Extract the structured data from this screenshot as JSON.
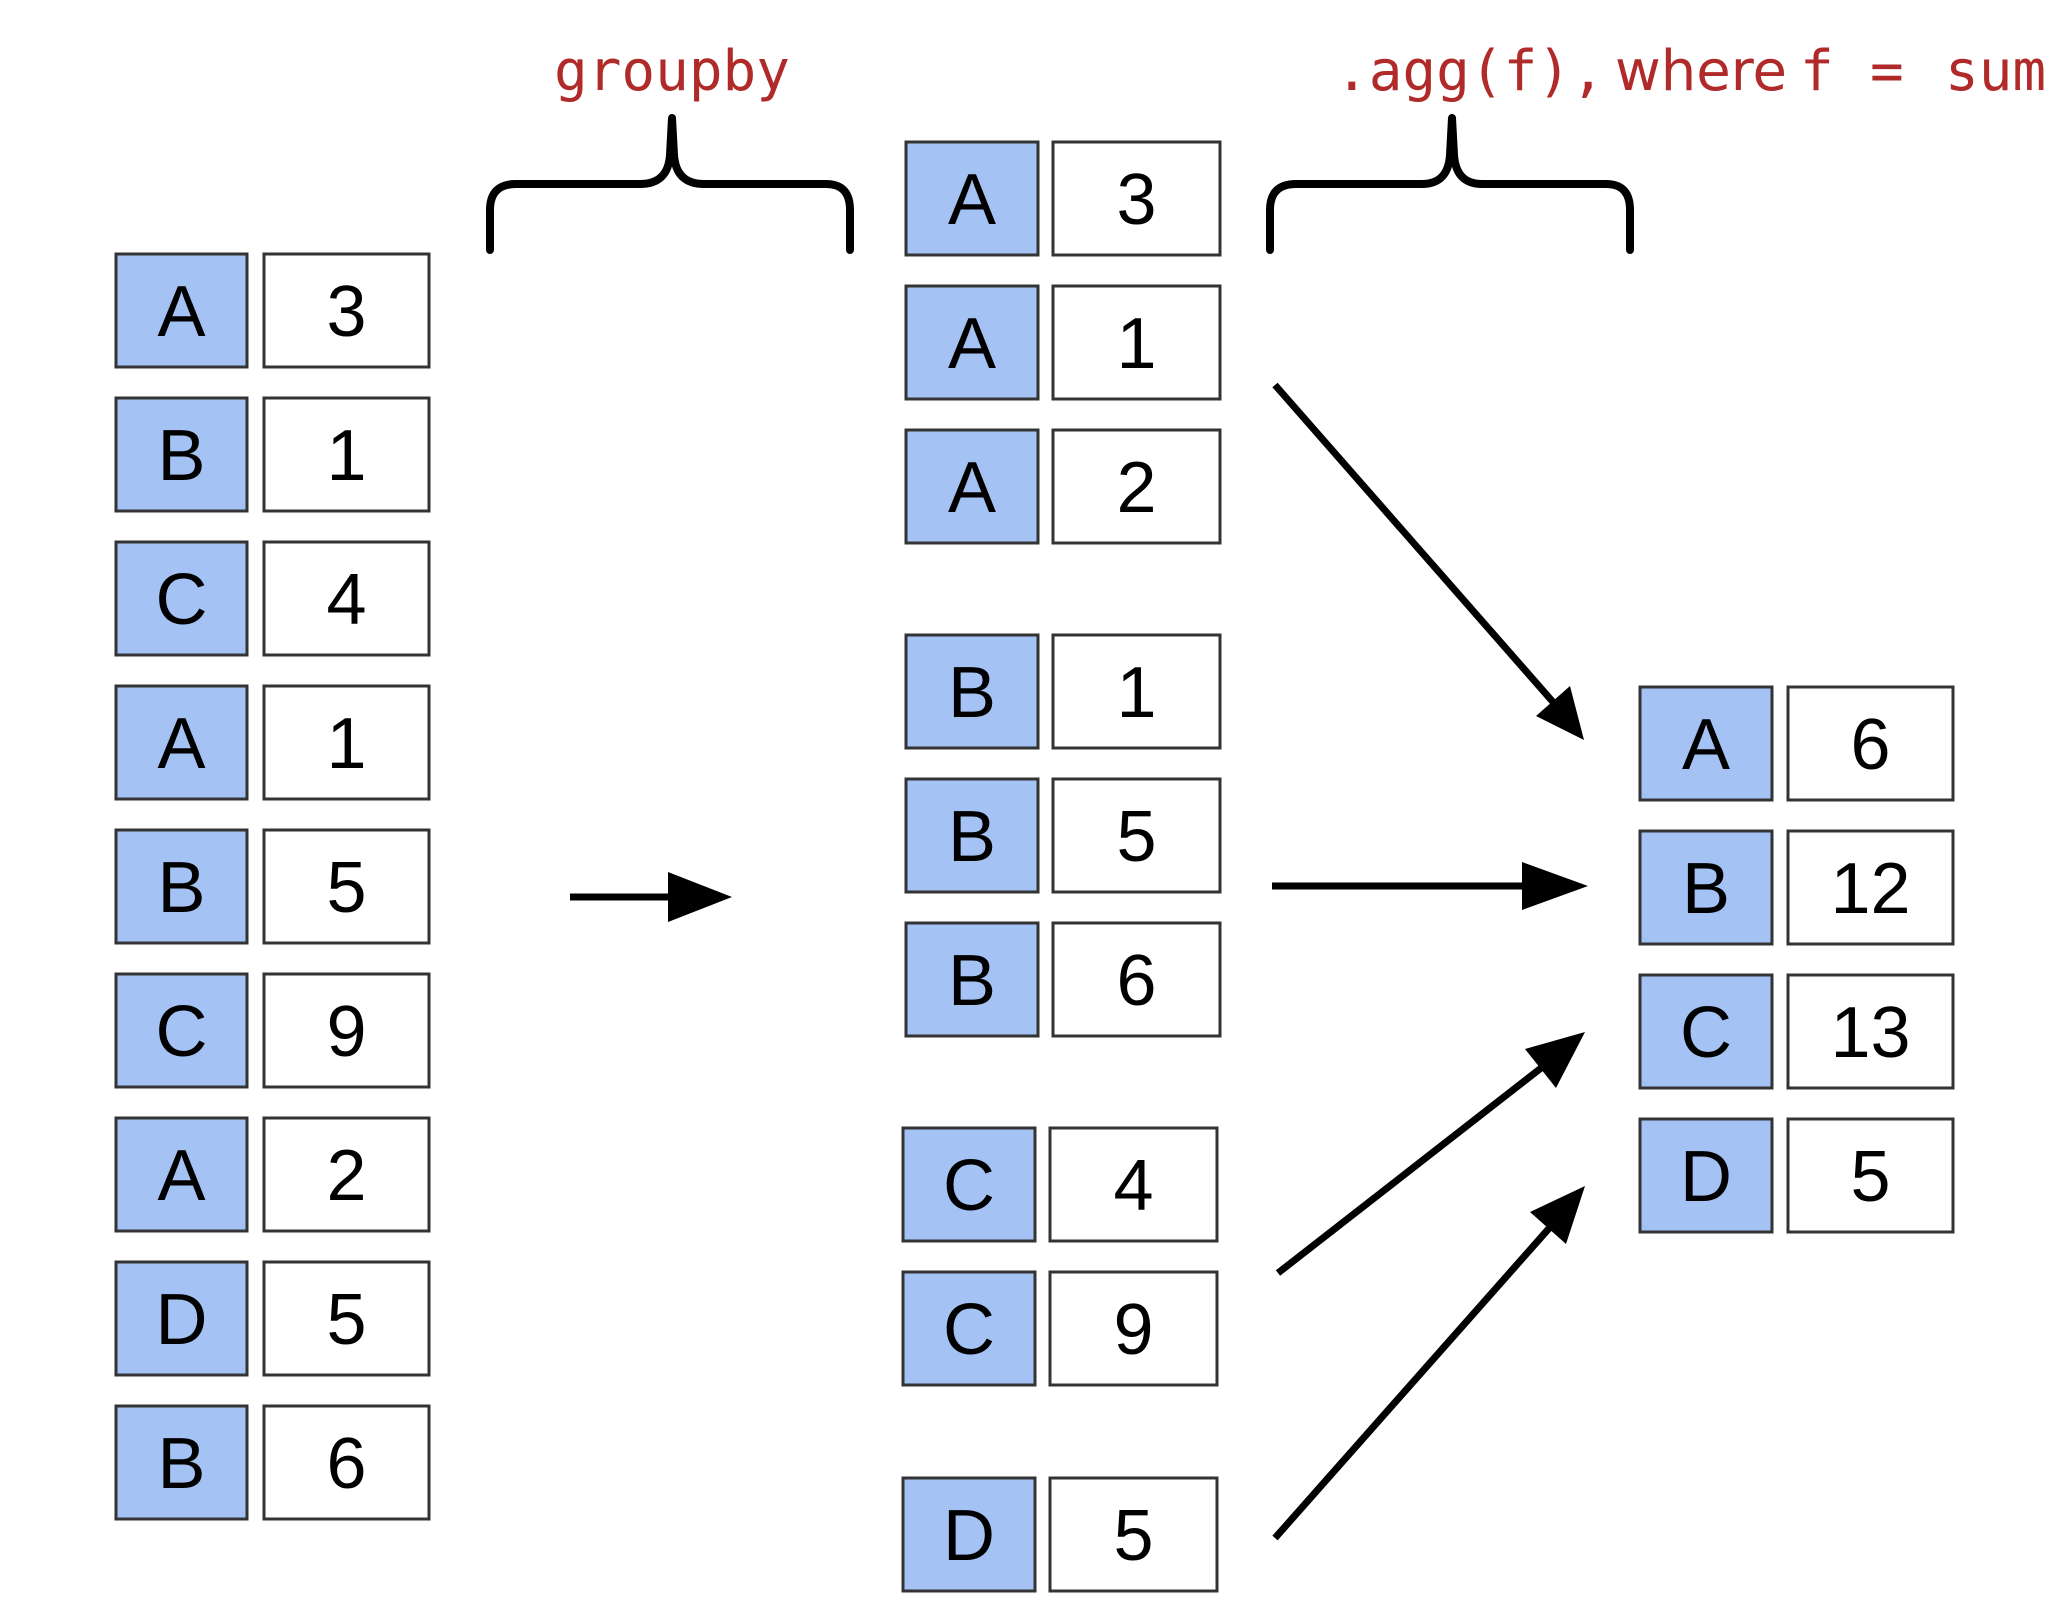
{
  "labels": {
    "groupby": "groupby",
    "agg_code": ".agg(f),",
    "agg_where": "where",
    "agg_f": "f",
    "agg_eq": "=",
    "agg_sum": "sum"
  },
  "colors": {
    "key_fill": "#a4c2f4",
    "value_fill": "#ffffff",
    "cell_border": "#333333",
    "label": "#b02a2a",
    "arrow": "#000000"
  },
  "input_table": [
    {
      "key": "A",
      "value": "3"
    },
    {
      "key": "B",
      "value": "1"
    },
    {
      "key": "C",
      "value": "4"
    },
    {
      "key": "A",
      "value": "1"
    },
    {
      "key": "B",
      "value": "5"
    },
    {
      "key": "C",
      "value": "9"
    },
    {
      "key": "A",
      "value": "2"
    },
    {
      "key": "D",
      "value": "5"
    },
    {
      "key": "B",
      "value": "6"
    }
  ],
  "groups": [
    {
      "key": "A",
      "rows": [
        {
          "key": "A",
          "value": "3"
        },
        {
          "key": "A",
          "value": "1"
        },
        {
          "key": "A",
          "value": "2"
        }
      ]
    },
    {
      "key": "B",
      "rows": [
        {
          "key": "B",
          "value": "1"
        },
        {
          "key": "B",
          "value": "5"
        },
        {
          "key": "B",
          "value": "6"
        }
      ]
    },
    {
      "key": "C",
      "rows": [
        {
          "key": "C",
          "value": "4"
        },
        {
          "key": "C",
          "value": "9"
        }
      ]
    },
    {
      "key": "D",
      "rows": [
        {
          "key": "D",
          "value": "5"
        }
      ]
    }
  ],
  "output_table": [
    {
      "key": "A",
      "value": "6"
    },
    {
      "key": "B",
      "value": "12"
    },
    {
      "key": "C",
      "value": "13"
    },
    {
      "key": "D",
      "value": "5"
    }
  ]
}
